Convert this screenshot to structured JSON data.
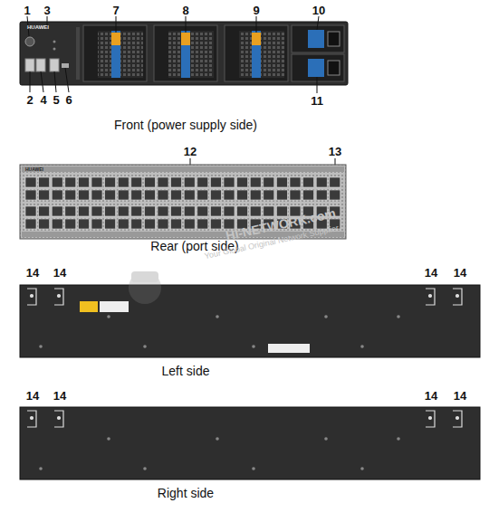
{
  "diagram": {
    "labels": [
      "1",
      "3",
      "7",
      "8",
      "9",
      "10",
      "HUAWEI",
      "2",
      "4",
      "5",
      "6",
      "11",
      "Front (power supply side)",
      "12",
      "13",
      "HUAWEI",
      "Rear (port side)",
      "HI-NETWORK.com",
      "Your Global Original Network Supplier",
      "14",
      "14",
      "14",
      "14",
      "Left side",
      "14",
      "14",
      "14",
      "14",
      "Right side"
    ]
  }
}
